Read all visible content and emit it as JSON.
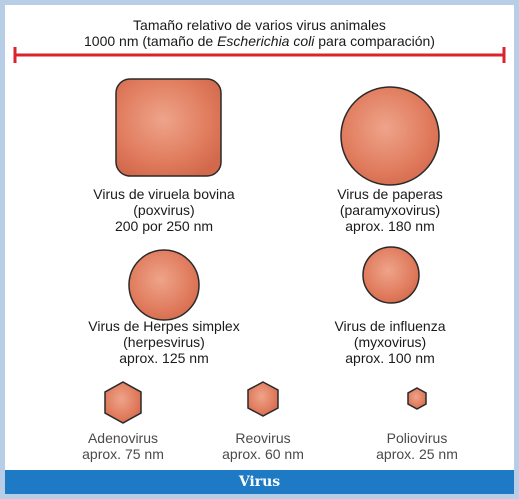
{
  "header": {
    "title": "Tamaño relativo de varios virus animales",
    "scale_prefix": "1000 nm (tamaño de ",
    "scale_species": "Escherichia coli",
    "scale_suffix": " para comparación)"
  },
  "viruses": [
    {
      "name": "Virus de viruela bovina",
      "family": "(poxvirus)",
      "size": "200 por 250 nm"
    },
    {
      "name": "Virus de paperas",
      "family": "(paramyxovirus)",
      "size": "aprox. 180 nm"
    },
    {
      "name": "Virus de Herpes simplex",
      "family": "(herpesvirus)",
      "size": "aprox. 125 nm"
    },
    {
      "name": "Virus de influenza",
      "family": "(myxovirus)",
      "size": "aprox. 100 nm"
    },
    {
      "name": "Adenovirus",
      "size": "aprox. 75 nm"
    },
    {
      "name": "Reovirus",
      "size": "aprox. 60 nm"
    },
    {
      "name": "Poliovirus",
      "size": "aprox. 25 nm"
    }
  ],
  "caption": "Virus",
  "colors": {
    "virus_fill": "#e07a5c",
    "outline": "#2a2a2a",
    "scale_bar": "#d9232d",
    "caption_bg": "#1e7ac4",
    "frame": "#b8cde6"
  }
}
